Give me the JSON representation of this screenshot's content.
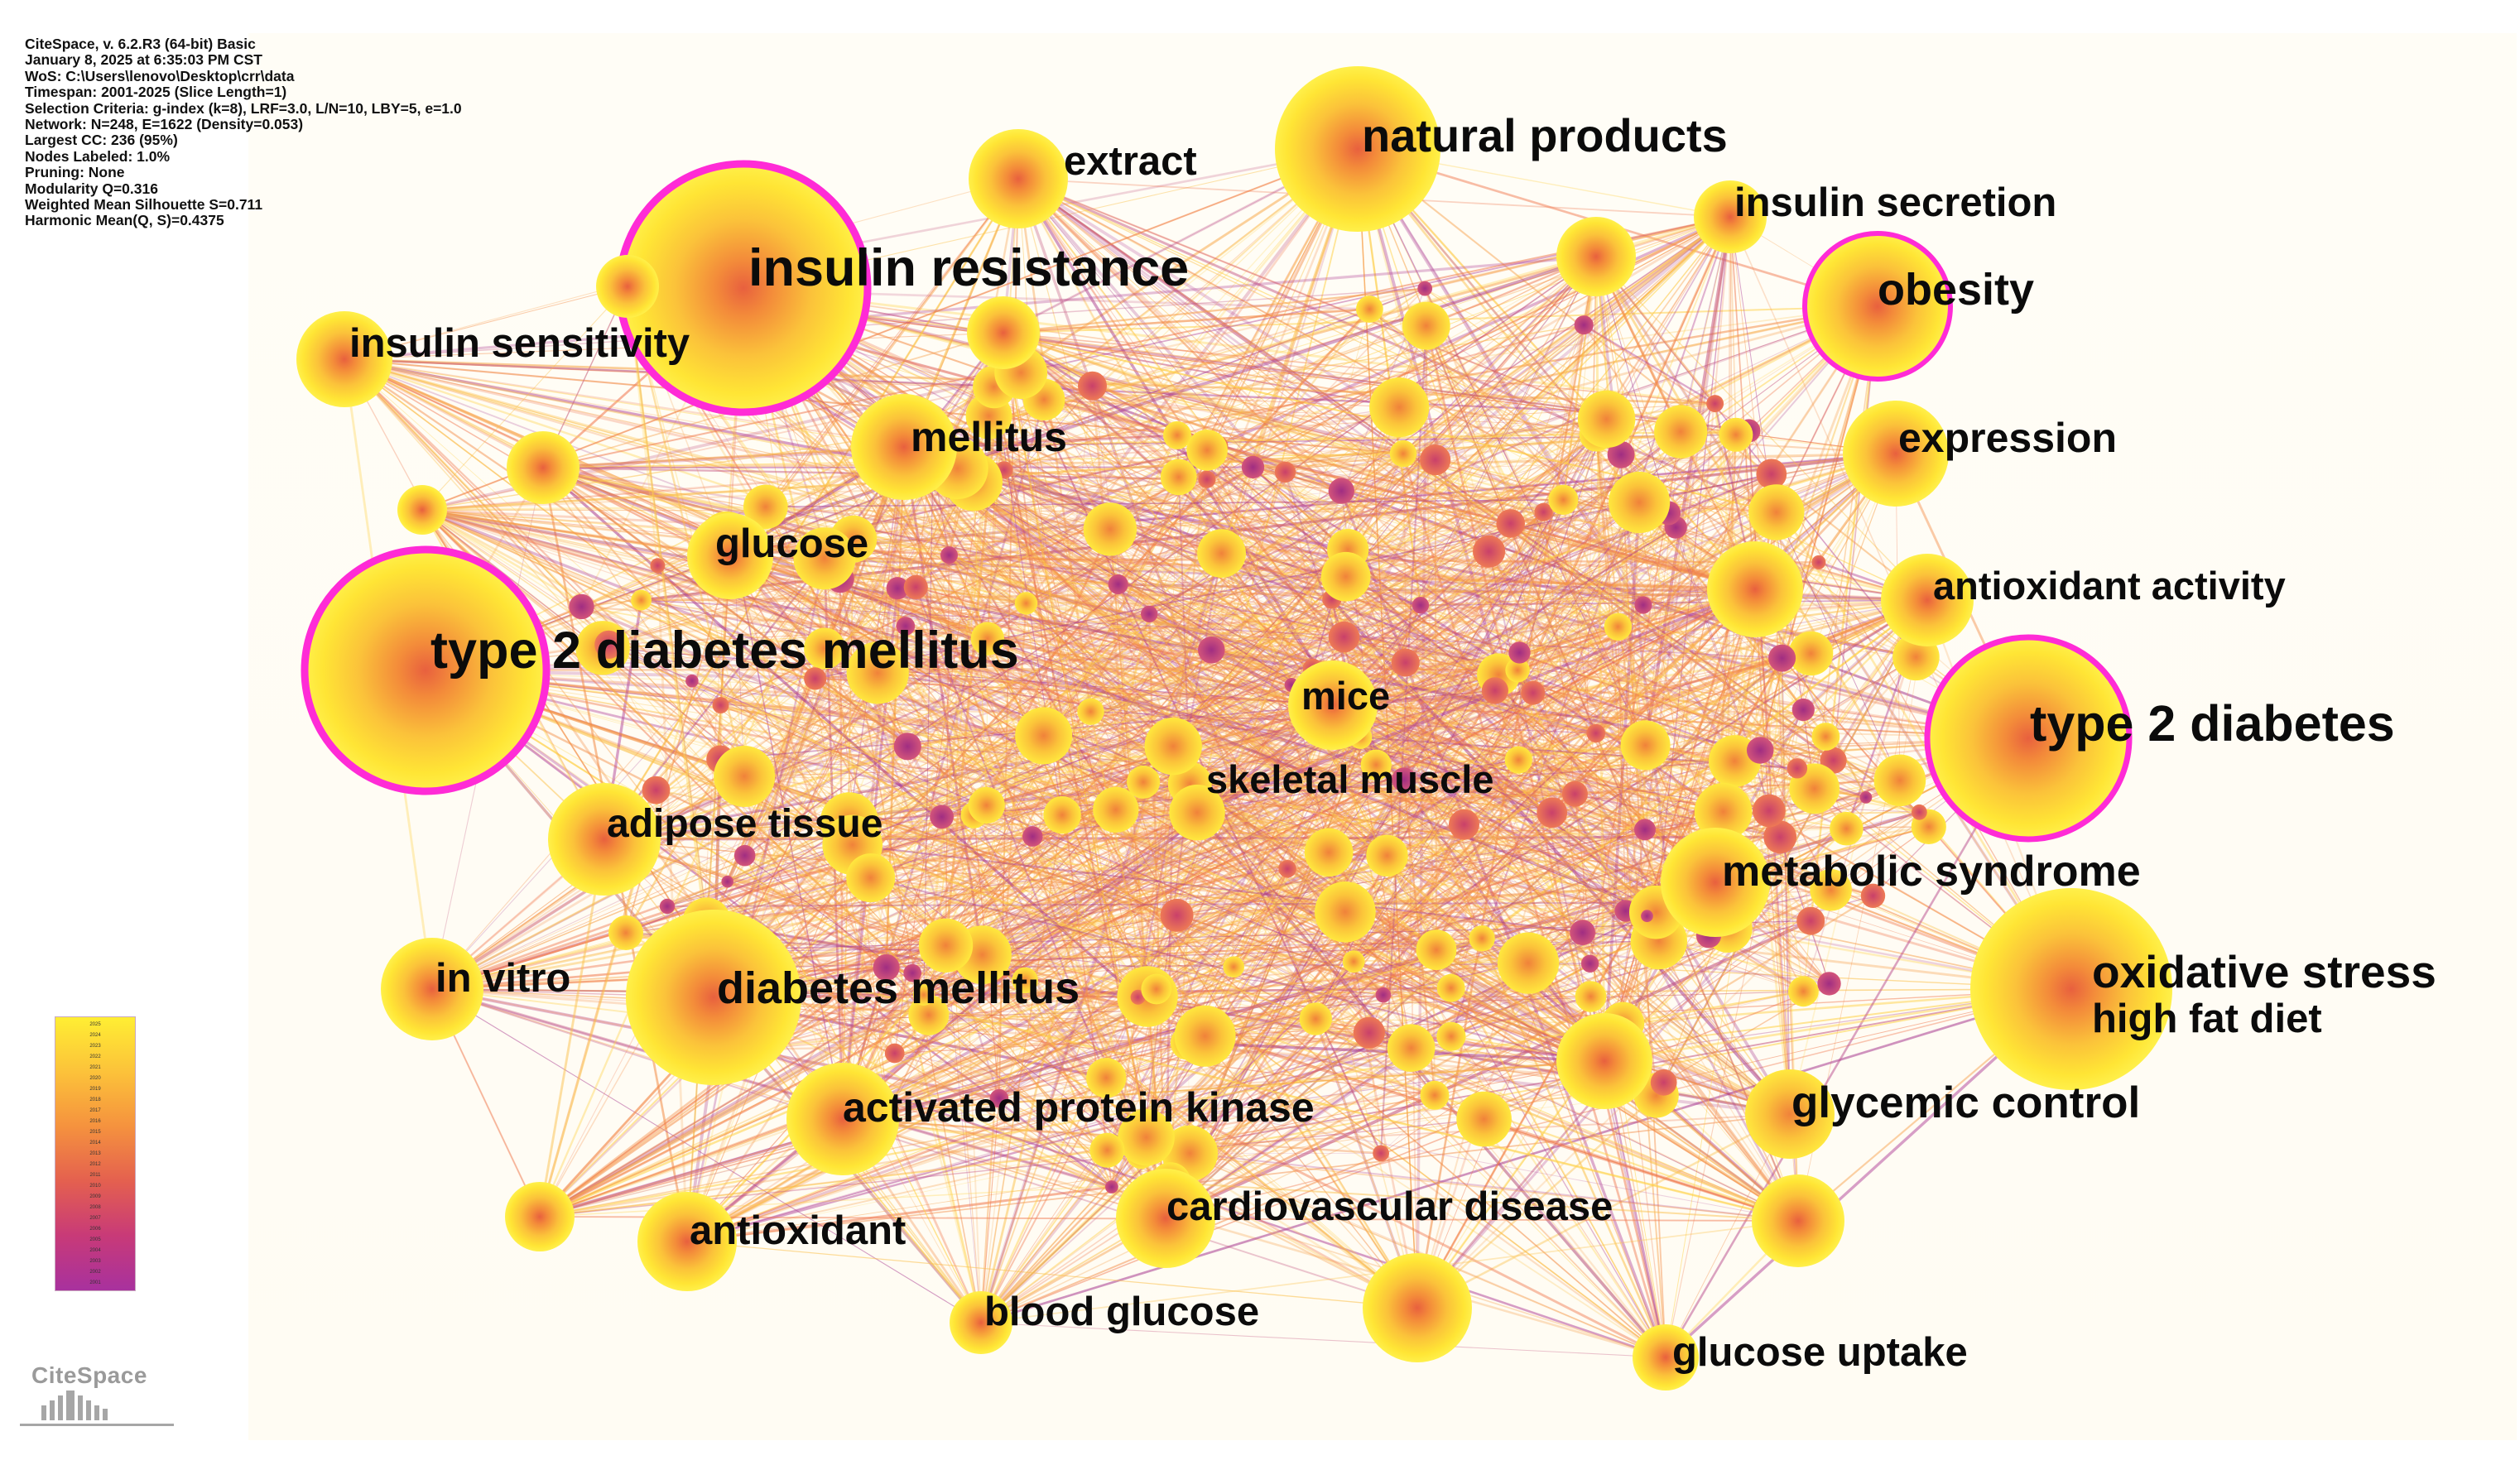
{
  "info": {
    "lines": [
      "CiteSpace, v. 6.2.R3 (64-bit) Basic",
      "January 8, 2025 at 6:35:03 PM CST",
      "WoS: C:\\Users\\lenovo\\Desktop\\crr\\data",
      "Timespan: 2001-2025 (Slice Length=1)",
      "Selection Criteria: g-index (k=8), LRF=3.0, L/N=10, LBY=5, e=1.0",
      "Network: N=248, E=1622 (Density=0.053)",
      "Largest CC: 236 (95%)",
      "Nodes Labeled: 1.0%",
      "Pruning: None",
      "Modularity Q=0.316",
      "Weighted Mean Silhouette S=0.711",
      "Harmonic Mean(Q, S)=0.4375"
    ]
  },
  "legend": {
    "years": [
      "2025",
      "2024",
      "2023",
      "2022",
      "2021",
      "2020",
      "2019",
      "2018",
      "2017",
      "2016",
      "2015",
      "2014",
      "2013",
      "2012",
      "2011",
      "2010",
      "2009",
      "2008",
      "2007",
      "2006",
      "2005",
      "2004",
      "2003",
      "2002",
      "2001"
    ],
    "colors": [
      "#ffee33",
      "#fcc23a",
      "#f5923e",
      "#e4604f",
      "#c83a78",
      "#a8319e"
    ]
  },
  "logo": {
    "text": "CiteSpace"
  },
  "colors": {
    "node_outer": "#ffe83a",
    "node_core": "#f08a3c",
    "burst_ring": "#ff2bd6",
    "edge_warm": "#f59a4a",
    "edge_purple": "#b34aa0"
  },
  "labeled_nodes": [
    {
      "id": "insulin-resistance",
      "label": "insulin resistance",
      "burst": true
    },
    {
      "id": "type-2-diabetes-mellitus",
      "label": "type 2 diabetes mellitus",
      "burst": true
    },
    {
      "id": "type-2-diabetes",
      "label": "type 2 diabetes",
      "burst": true
    },
    {
      "id": "obesity",
      "label": "obesity",
      "burst": true
    },
    {
      "id": "natural-products",
      "label": "natural products",
      "burst": false
    },
    {
      "id": "oxidative-stress",
      "label": "oxidative stress",
      "burst": false
    },
    {
      "id": "high-fat-diet",
      "label": "high fat diet",
      "burst": false
    },
    {
      "id": "diabetes-mellitus",
      "label": "diabetes mellitus",
      "burst": false
    },
    {
      "id": "metabolic-syndrome",
      "label": "metabolic syndrome",
      "burst": false
    },
    {
      "id": "in-vitro",
      "label": "in vitro",
      "burst": false
    },
    {
      "id": "extract",
      "label": "extract",
      "burst": false
    },
    {
      "id": "insulin-secretion",
      "label": "insulin secretion",
      "burst": false
    },
    {
      "id": "insulin-sensitivity",
      "label": "insulin sensitivity",
      "burst": false
    },
    {
      "id": "mellitus",
      "label": "mellitus",
      "burst": false
    },
    {
      "id": "expression",
      "label": "expression",
      "burst": false
    },
    {
      "id": "glucose",
      "label": "glucose",
      "burst": false
    },
    {
      "id": "antioxidant-activity",
      "label": "antioxidant activity",
      "burst": false
    },
    {
      "id": "mice",
      "label": "mice",
      "burst": false
    },
    {
      "id": "skeletal-muscle",
      "label": "skeletal muscle",
      "burst": false
    },
    {
      "id": "adipose-tissue",
      "label": "adipose tissue",
      "burst": false
    },
    {
      "id": "glycemic-control",
      "label": "glycemic control",
      "burst": false
    },
    {
      "id": "activated-protein-kinase",
      "label": "activated protein kinase",
      "burst": false
    },
    {
      "id": "antioxidant",
      "label": "antioxidant",
      "burst": false
    },
    {
      "id": "cardiovascular-disease",
      "label": "cardiovascular disease",
      "burst": false
    },
    {
      "id": "blood-glucose",
      "label": "blood glucose",
      "burst": false
    },
    {
      "id": "glucose-uptake",
      "label": "glucose uptake",
      "burst": false
    }
  ]
}
